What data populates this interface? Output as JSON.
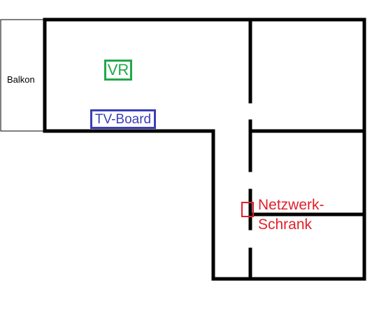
{
  "floorplan": {
    "balcony_label": "Balkon",
    "markers": {
      "vr": {
        "label": "VR",
        "color": "#22a84a"
      },
      "tv_board": {
        "label": "TV-Board",
        "color": "#3b3fb6"
      },
      "network_cabinet": {
        "label_line1": "Netzwerk-",
        "label_line2": "Schrank",
        "color": "#e0202a"
      }
    },
    "wall_color": "#000000"
  }
}
